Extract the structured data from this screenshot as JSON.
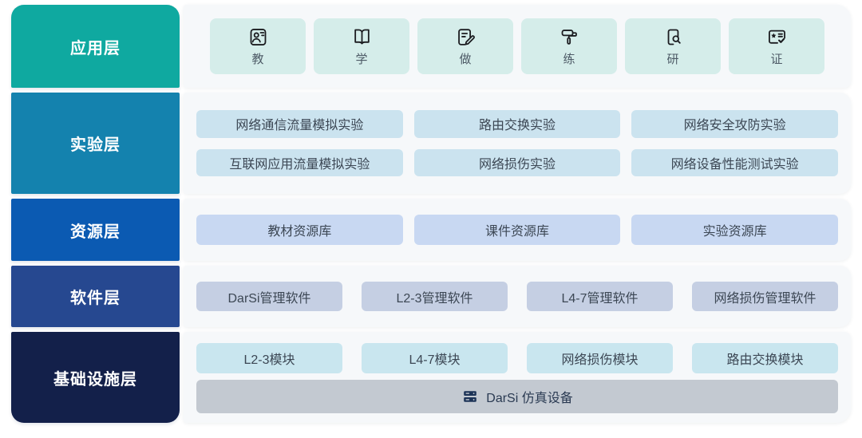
{
  "colors": {
    "layer_application": "#0FA9A0",
    "layer_experiment": "#1482AE",
    "layer_resource": "#0B5AB2",
    "layer_software": "#264890",
    "layer_infrastructure": "#13204A",
    "application_box": "#D5EDEA",
    "experiment_box": "#CBE3EF",
    "resource_box": "#C8D8F2",
    "software_box": "#C5CFE3",
    "module_box": "#C9E6EF",
    "device_bar": "#C3C9D1",
    "card_background": "#F6F8FA"
  },
  "sidebar": {
    "layers": [
      "应用层",
      "实验层",
      "资源层",
      "软件层",
      "基础设施层"
    ]
  },
  "application_row": {
    "items": [
      {
        "char": "教",
        "icon": "teacher-presentation-icon"
      },
      {
        "char": "学",
        "icon": "open-book-icon"
      },
      {
        "char": "做",
        "icon": "edit-note-icon"
      },
      {
        "char": "练",
        "icon": "paint-roller-icon"
      },
      {
        "char": "研",
        "icon": "book-search-icon"
      },
      {
        "char": "证",
        "icon": "certificate-icon"
      }
    ]
  },
  "experiments": {
    "rows": [
      [
        "网络通信流量模拟实验",
        "路由交换实验",
        "网络安全攻防实验"
      ],
      [
        "互联网应用流量模拟实验",
        "网络损伤实验",
        "网络设备性能测试实验"
      ]
    ]
  },
  "resources": {
    "items": [
      "教材资源库",
      "课件资源库",
      "实验资源库"
    ]
  },
  "software": {
    "items": [
      "DarSi管理软件",
      "L2-3管理软件",
      "L4-7管理软件",
      "网络损伤管理软件"
    ]
  },
  "infrastructure": {
    "modules": [
      "L2-3模块",
      "L4-7模块",
      "网络损伤模块",
      "路由交换模块"
    ],
    "device": "DarSi 仿真设备"
  }
}
